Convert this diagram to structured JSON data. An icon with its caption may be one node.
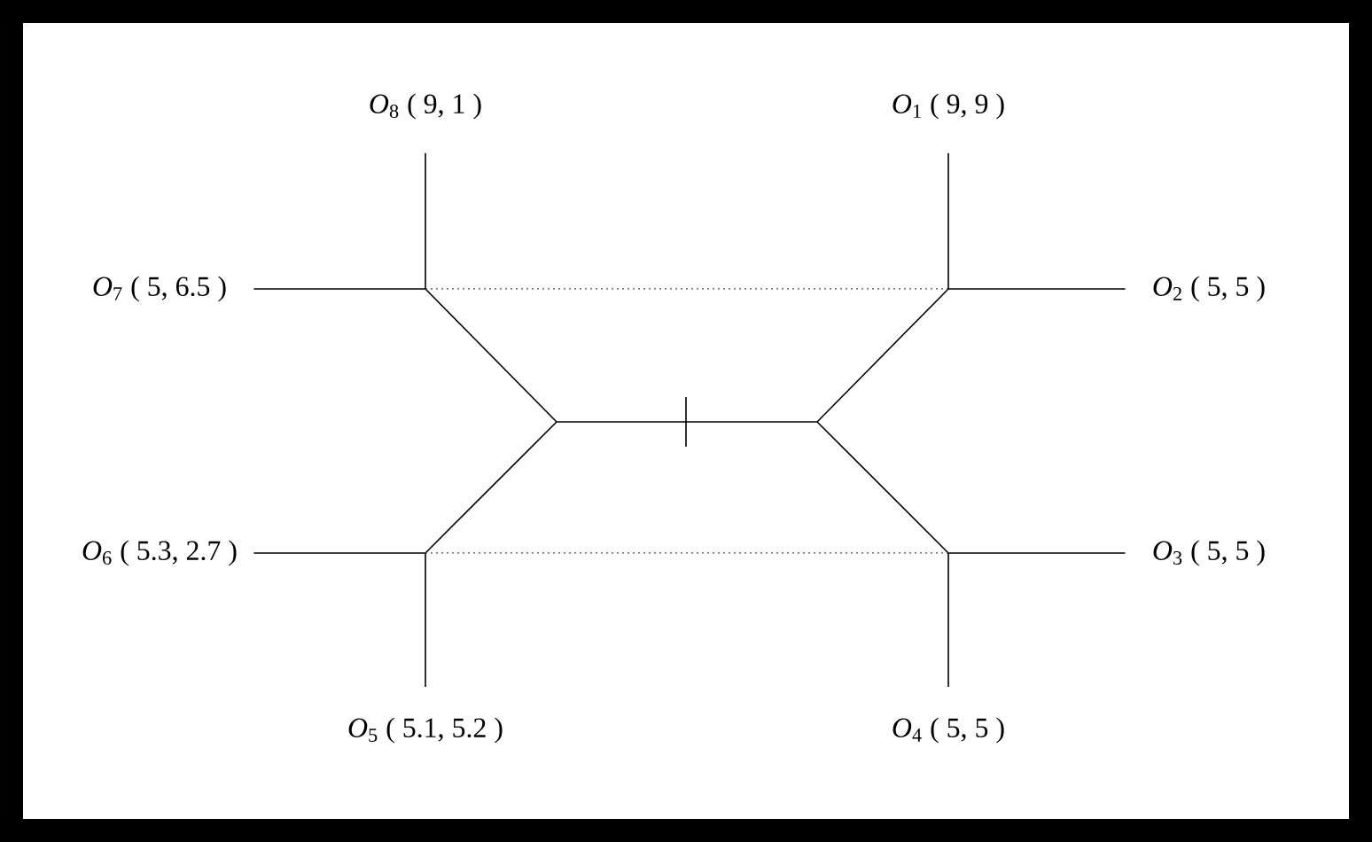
{
  "diagram": {
    "nodes": [
      {
        "text": [
          "*O*$_{8}$ ( 9, 1 )"
        ]
      },
      {
        "text": [
          "*O*$_{1}$ ( 9, 9 )"
        ]
      },
      {
        "text": [
          "*O*$_{7}$ ( 5, 6.5 )"
        ]
      },
      {
        "text": [
          "*O*$_{2}$ ( 5, 5 )"
        ]
      },
      {
        "text": [
          "*O*$_{6}$ ( 5.3, 2.7 )"
        ]
      },
      {
        "text": [
          "*O*$_{3}$ ( 5, 5 )"
        ]
      },
      {
        "text": [
          "*O*$_{5}$ ( 5.1, 5.2 )"
        ]
      },
      {
        "text": [
          "*O*$_{4}$ ( 5, 5 )"
        ]
      },
      {
        "text": [],
        "shape": "picture"
      }
    ],
    "edges": [
      {
        "from": 0,
        "to": 8,
        "arrow": "none"
      },
      {
        "from": 1,
        "to": 8,
        "arrow": "none"
      },
      {
        "from": 2,
        "to": 8,
        "arrow": "none"
      },
      {
        "from": 3,
        "to": 8,
        "arrow": "none"
      },
      {
        "from": 4,
        "to": 8,
        "arrow": "none"
      },
      {
        "from": 5,
        "to": 8,
        "arrow": "none"
      },
      {
        "from": 6,
        "to": 8,
        "arrow": "none"
      },
      {
        "from": 7,
        "to": 8,
        "arrow": "none"
      }
    ]
  }
}
